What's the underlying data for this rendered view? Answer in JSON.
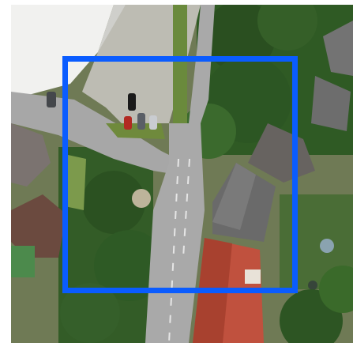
{
  "map": {
    "view": "aerial-imagery",
    "colors": {
      "selection_border": "#0a5cff",
      "road": "#a7a7a7",
      "building_roof": "#6a6a6a",
      "red_roof": "#c0513e",
      "vegetation": "#2f5a24",
      "grass": "#7c9a4c",
      "parking_lot": "#bdbcb3",
      "warehouse_roof": "#f1f1ef"
    },
    "features": {
      "selection_box": "selection-rectangle",
      "vehicles": [
        "black-car",
        "red-car",
        "gray-car",
        "silver-car"
      ],
      "buildings": [
        "warehouse",
        "red-roof-building",
        "gray-roof-house",
        "corner-house",
        "small-green-roof"
      ]
    }
  }
}
